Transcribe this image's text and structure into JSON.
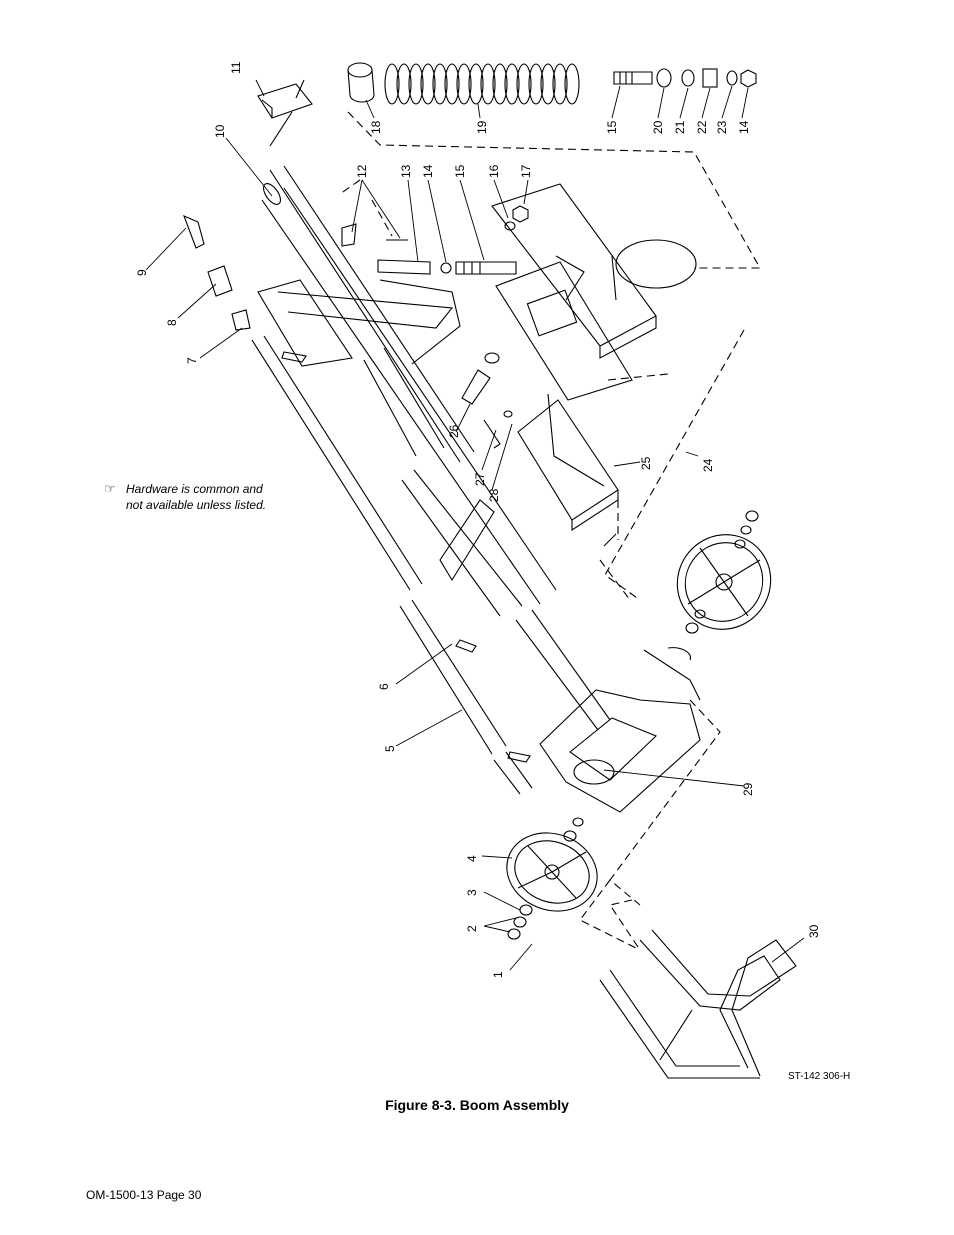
{
  "note": {
    "icon": "pointing-hand-icon",
    "line1": "Hardware is common and",
    "line2": "not available unless listed."
  },
  "callouts": [
    "1",
    "2",
    "3",
    "4",
    "5",
    "6",
    "7",
    "8",
    "9",
    "10",
    "11",
    "12",
    "13",
    "14",
    "15",
    "16",
    "17",
    "18",
    "19",
    "14",
    "15",
    "20",
    "21",
    "22",
    "23",
    "24",
    "25",
    "26",
    "27",
    "28",
    "29",
    "30"
  ],
  "document_id": "ST-142 306-H",
  "caption": "Figure 8-3. Boom Assembly",
  "footer": "OM-1500-13 Page 30"
}
